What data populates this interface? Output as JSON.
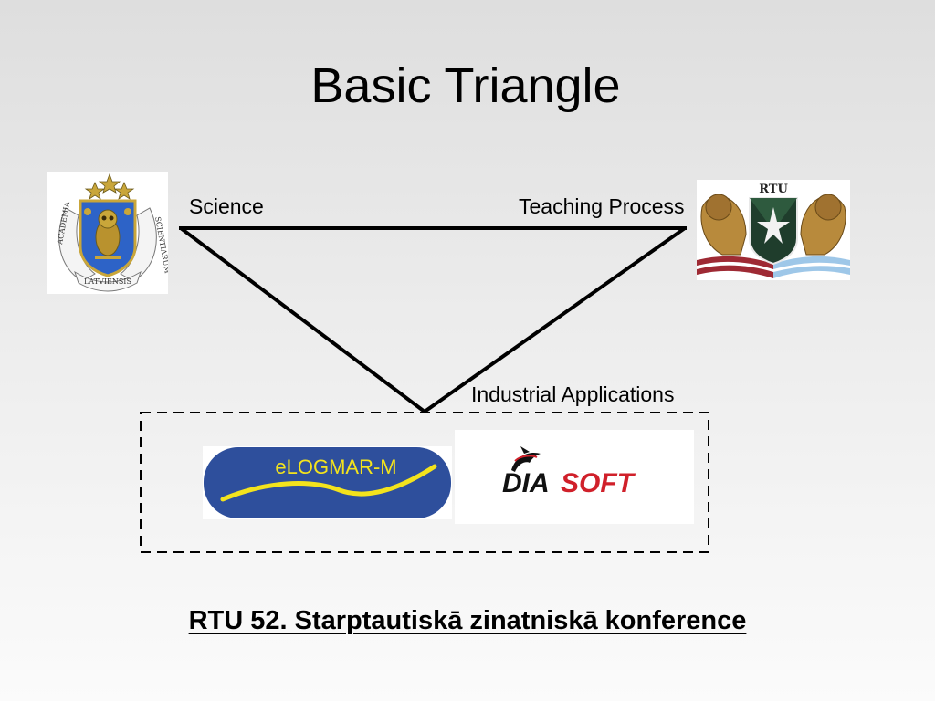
{
  "slide": {
    "title": "Basic Triangle",
    "footer": "RTU 52. Starptautiskā zinatniskā konference"
  },
  "diagram": {
    "nodes": {
      "science": "Science",
      "teaching": "Teaching Process",
      "industrial": "Industrial Applications"
    }
  },
  "logos": {
    "academy": {
      "ribbon_left": "ACADEMIA",
      "ribbon_right": "SCIENTIARUM",
      "ribbon_bottom": "LATVIENSIS"
    },
    "rtu": {
      "text": "RTU"
    },
    "elogmar": {
      "text": "eLOGMAR-M"
    },
    "diasoft": {
      "text_dia": "DIA",
      "text_soft": "SOFT"
    }
  },
  "colors": {
    "elogmar_blue": "#2e4f9c",
    "elogmar_yellow": "#f3e31d",
    "diasoft_red": "#d0202a",
    "line": "#000000"
  }
}
